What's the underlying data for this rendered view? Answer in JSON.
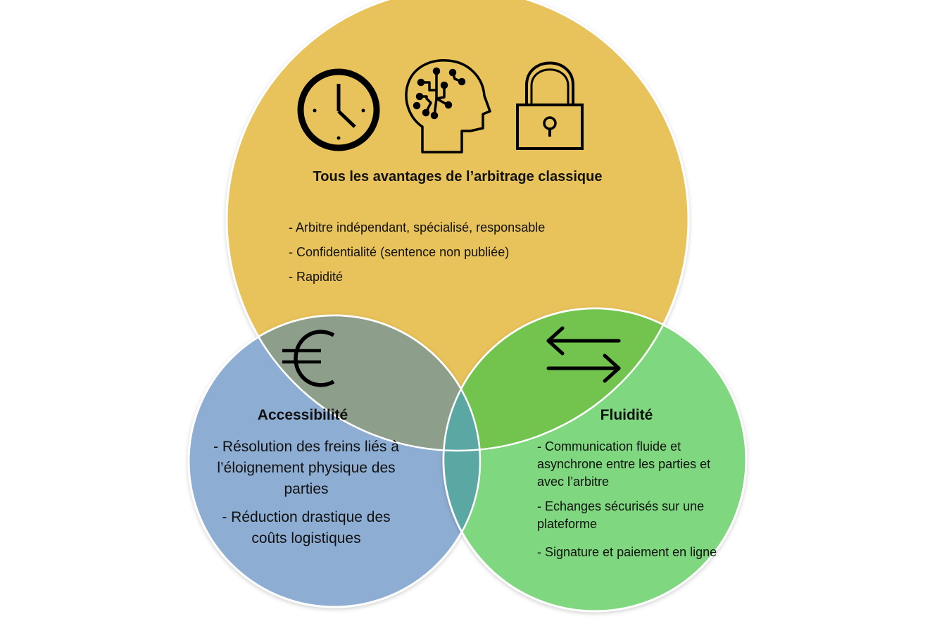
{
  "colors": {
    "top_circle": "#e8c25a",
    "left_circle": "#8eadd2",
    "right_circle": "#7fd77f",
    "overlap_top_left": "#8d9e8b",
    "overlap_top_right": "#72c44f",
    "overlap_left_right": "#5ba7a4",
    "outline": "#ffffff",
    "text": "#111111"
  },
  "icons": [
    "clock-icon",
    "brain-circuit-icon",
    "padlock-icon",
    "euro-icon",
    "exchange-arrows-icon"
  ],
  "top": {
    "title": "Tous les avantages de l’arbitrage classique",
    "items": [
      "- Arbitre indépendant, spécialisé, responsable",
      "- Confidentialité (sentence non publiée)",
      "- Rapidité"
    ]
  },
  "left": {
    "title": "Accessibilité",
    "items": [
      "- Résolution des freins liés à l’éloignement physique des parties",
      "- Réduction drastique des coûts logistiques"
    ]
  },
  "right": {
    "title": "Fluidité",
    "items": [
      "- Communication fluide et asynchrone entre les parties et avec l’arbitre",
      "- Echanges sécurisés sur une plateforme",
      "- Signature et paiement en ligne"
    ]
  }
}
